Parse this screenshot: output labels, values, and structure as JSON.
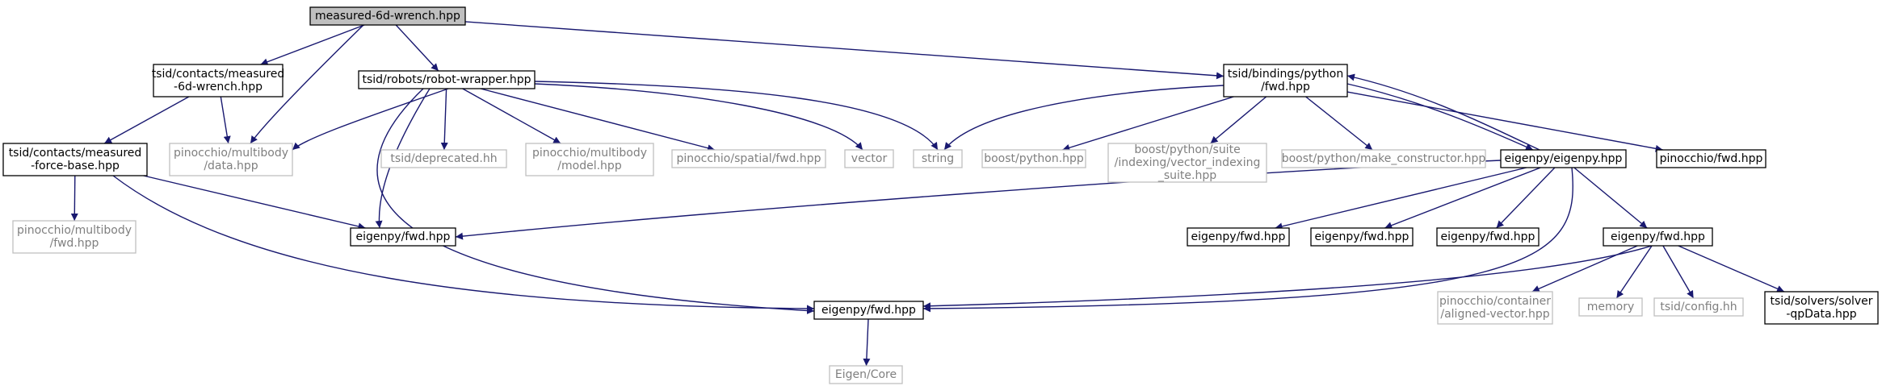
{
  "graph": {
    "edge_color": "#191970",
    "nodes": [
      {
        "id": "root",
        "lines": [
          "measured-6d-wrench.hpp"
        ],
        "kind": "root"
      },
      {
        "id": "tcm6d",
        "lines": [
          "tsid/contacts/measured",
          "-6d-wrench.hpp"
        ],
        "kind": "doc"
      },
      {
        "id": "robwrap",
        "lines": [
          "tsid/robots/robot-wrapper.hpp"
        ],
        "kind": "doc"
      },
      {
        "id": "bindfwd",
        "lines": [
          "tsid/bindings/python",
          "/fwd.hpp"
        ],
        "kind": "doc"
      },
      {
        "id": "tcmfb",
        "lines": [
          "tsid/contacts/measured",
          "-force-base.hpp"
        ],
        "kind": "doc"
      },
      {
        "id": "pinodata",
        "lines": [
          "pinocchio/multibody",
          "/data.hpp"
        ],
        "kind": "sys"
      },
      {
        "id": "tsiddep",
        "lines": [
          "tsid/deprecated.hh"
        ],
        "kind": "sys"
      },
      {
        "id": "pinomodel",
        "lines": [
          "pinocchio/multibody",
          "/model.hpp"
        ],
        "kind": "sys"
      },
      {
        "id": "pinospatial",
        "lines": [
          "pinocchio/spatial/fwd.hpp"
        ],
        "kind": "sys"
      },
      {
        "id": "vector",
        "lines": [
          "vector"
        ],
        "kind": "sys"
      },
      {
        "id": "string",
        "lines": [
          "string"
        ],
        "kind": "sys"
      },
      {
        "id": "boostpy",
        "lines": [
          "boost/python.hpp"
        ],
        "kind": "sys"
      },
      {
        "id": "boostsuite",
        "lines": [
          "boost/python/suite",
          "/indexing/vector_indexing",
          "_suite.hpp"
        ],
        "kind": "sys"
      },
      {
        "id": "boostmake",
        "lines": [
          "boost/python/make_constructor.hpp"
        ],
        "kind": "sys"
      },
      {
        "id": "eigenpy",
        "lines": [
          "eigenpy/eigenpy.hpp"
        ],
        "kind": "doc"
      },
      {
        "id": "pinofwd",
        "lines": [
          "pinocchio/fwd.hpp"
        ],
        "kind": "doc"
      },
      {
        "id": "pinombfwd",
        "lines": [
          "pinocchio/multibody",
          "/fwd.hpp"
        ],
        "kind": "sys"
      },
      {
        "id": "efwd1",
        "lines": [
          "eigenpy/fwd.hpp"
        ],
        "kind": "doc"
      },
      {
        "id": "efwd2",
        "lines": [
          "eigenpy/fwd.hpp"
        ],
        "kind": "doc"
      },
      {
        "id": "efwd3",
        "lines": [
          "eigenpy/fwd.hpp"
        ],
        "kind": "doc"
      },
      {
        "id": "efwd4",
        "lines": [
          "eigenpy/fwd.hpp"
        ],
        "kind": "doc"
      },
      {
        "id": "efwd5",
        "lines": [
          "eigenpy/fwd.hpp"
        ],
        "kind": "doc"
      },
      {
        "id": "efwd6",
        "lines": [
          "eigenpy/fwd.hpp"
        ],
        "kind": "doc"
      },
      {
        "id": "pinoaligned",
        "lines": [
          "pinocchio/container",
          "/aligned-vector.hpp"
        ],
        "kind": "sys"
      },
      {
        "id": "memory",
        "lines": [
          "memory"
        ],
        "kind": "sys"
      },
      {
        "id": "tsidconfig",
        "lines": [
          "tsid/config.hh"
        ],
        "kind": "sys"
      },
      {
        "id": "qpdata",
        "lines": [
          "tsid/solvers/solver",
          "-qpData.hpp"
        ],
        "kind": "doc"
      },
      {
        "id": "eigencore",
        "lines": [
          "Eigen/Core"
        ],
        "kind": "sys"
      }
    ],
    "edges": [
      {
        "from": "root",
        "to": "tcm6d"
      },
      {
        "from": "root",
        "to": "pinodata"
      },
      {
        "from": "root",
        "to": "robwrap"
      },
      {
        "from": "root",
        "to": "bindfwd"
      },
      {
        "from": "tcm6d",
        "to": "tcmfb"
      },
      {
        "from": "tcm6d",
        "to": "pinodata"
      },
      {
        "from": "tcmfb",
        "to": "pinombfwd"
      },
      {
        "from": "tcmfb",
        "to": "efwd1"
      },
      {
        "from": "tcmfb",
        "to": "efwd5"
      },
      {
        "from": "robwrap",
        "to": "pinodata"
      },
      {
        "from": "robwrap",
        "to": "efwd1"
      },
      {
        "from": "robwrap",
        "to": "efwd5"
      },
      {
        "from": "robwrap",
        "to": "tsiddep"
      },
      {
        "from": "robwrap",
        "to": "pinomodel"
      },
      {
        "from": "robwrap",
        "to": "pinospatial"
      },
      {
        "from": "robwrap",
        "to": "vector"
      },
      {
        "from": "robwrap",
        "to": "string"
      },
      {
        "from": "bindfwd",
        "to": "string"
      },
      {
        "from": "bindfwd",
        "to": "boostpy"
      },
      {
        "from": "bindfwd",
        "to": "boostsuite"
      },
      {
        "from": "bindfwd",
        "to": "boostmake"
      },
      {
        "from": "bindfwd",
        "to": "eigenpy"
      },
      {
        "from": "bindfwd",
        "to": "pinofwd"
      },
      {
        "from": "eigenpy",
        "to": "bindfwd"
      },
      {
        "from": "eigenpy",
        "to": "efwd1"
      },
      {
        "from": "eigenpy",
        "to": "efwd2"
      },
      {
        "from": "eigenpy",
        "to": "efwd3"
      },
      {
        "from": "eigenpy",
        "to": "efwd4"
      },
      {
        "from": "eigenpy",
        "to": "efwd6"
      },
      {
        "from": "eigenpy",
        "to": "efwd5"
      },
      {
        "from": "efwd6",
        "to": "efwd5"
      },
      {
        "from": "efwd6",
        "to": "pinoaligned"
      },
      {
        "from": "efwd6",
        "to": "memory"
      },
      {
        "from": "efwd6",
        "to": "tsidconfig"
      },
      {
        "from": "efwd6",
        "to": "qpdata"
      },
      {
        "from": "efwd5",
        "to": "eigencore"
      }
    ]
  }
}
